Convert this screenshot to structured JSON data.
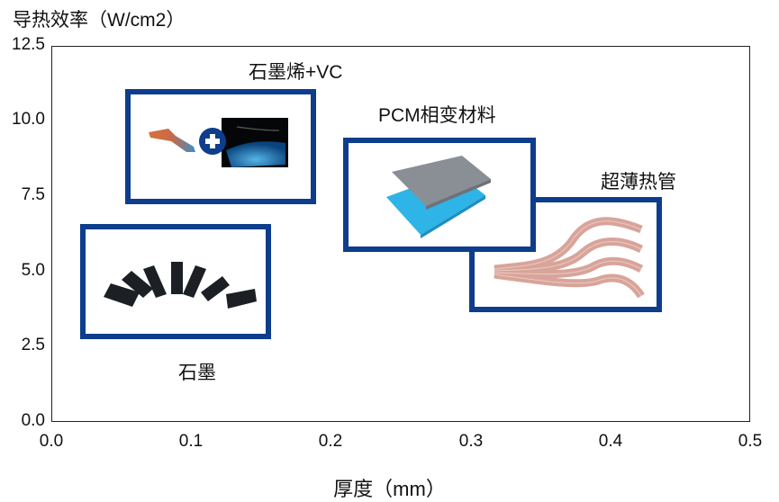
{
  "chart_data": {
    "type": "scatter",
    "title": "",
    "xlabel": "厚度（mm）",
    "ylabel": "导热效率（W/cm2）",
    "xlim": [
      0.0,
      0.5
    ],
    "ylim": [
      0.0,
      12.5
    ],
    "x_ticks": [
      "0.0",
      "0.1",
      "0.2",
      "0.3",
      "0.4",
      "0.5"
    ],
    "y_ticks": [
      "0.0",
      "2.5",
      "5.0",
      "7.5",
      "10.0",
      "12.5"
    ],
    "grid": false,
    "legend": "none",
    "series": [
      {
        "name": "石墨",
        "x_range": [
          0.02,
          0.155
        ],
        "y_range": [
          2.9,
          6.5
        ],
        "image": "graphite-sheets"
      },
      {
        "name": "石墨烯+VC",
        "x_range": [
          0.05,
          0.19
        ],
        "y_range": [
          7.3,
          11.0
        ],
        "image": "graphene-plus-vapor-chamber"
      },
      {
        "name": "PCM相变材料",
        "x_range": [
          0.21,
          0.345
        ],
        "y_range": [
          5.7,
          9.5
        ],
        "image": "pcm-layered-pads"
      },
      {
        "name": "超薄热管",
        "x_range": [
          0.3,
          0.435
        ],
        "y_range": [
          3.7,
          7.5
        ],
        "image": "ultra-thin-heat-pipes"
      }
    ]
  },
  "axes": {
    "y_title": "导热效率（W/cm2）",
    "x_title": "厚度（mm）",
    "y_ticks": [
      "12.5",
      "10.0",
      "7.5",
      "5.0",
      "2.5",
      "0.0"
    ],
    "x_ticks": [
      "0.0",
      "0.1",
      "0.2",
      "0.3",
      "0.4",
      "0.5"
    ]
  },
  "labels": {
    "graphene_vc": "石墨烯+VC",
    "pcm": "PCM相变材料",
    "heat_pipe": "超薄热管",
    "graphite": "石墨"
  },
  "colors": {
    "box_border": "#0d3d8c",
    "axis": "#222222"
  }
}
